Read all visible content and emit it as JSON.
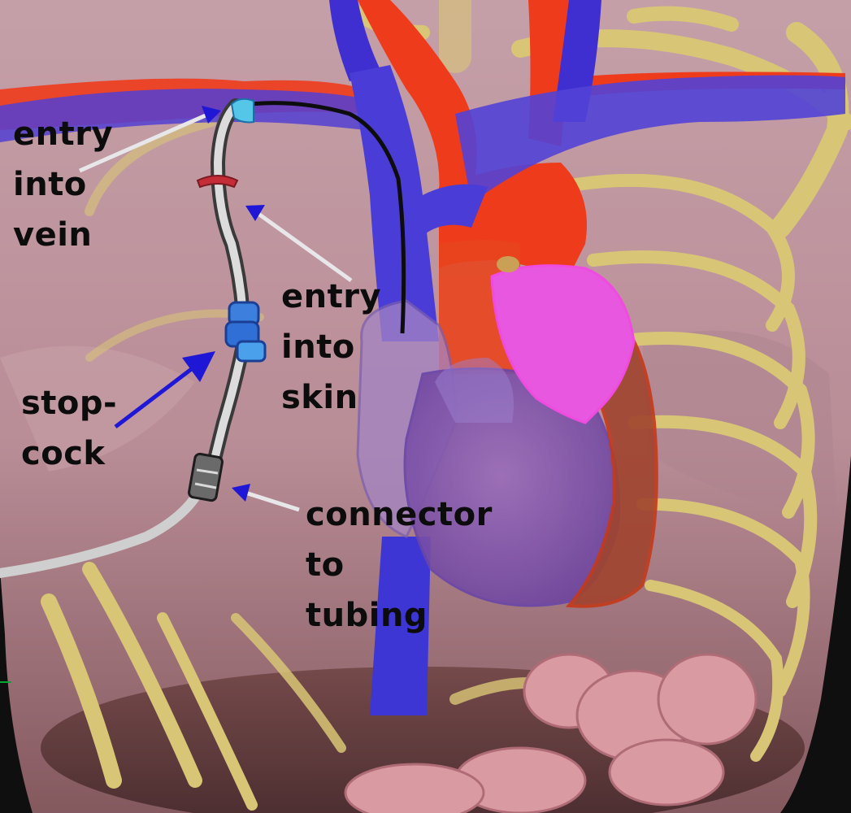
{
  "labels": {
    "entry_vein": [
      "entry",
      "into",
      "vein"
    ],
    "entry_skin": [
      "entry",
      "into",
      "skin"
    ],
    "stopcock": [
      "stop-",
      "cock"
    ],
    "connector": [
      "connector",
      "to",
      "tubing"
    ]
  },
  "colors": {
    "background": "#000000",
    "skin": "#b98792",
    "bone": "#d8c676",
    "vein": "#4a3cd6",
    "artery": "#ee3b1c",
    "heart_ventricle": "#8c5aa8",
    "pulmonary": "#e857e0",
    "catheter": "#c9c9c9",
    "catheter_tip": "#111111",
    "hub_ring": "#c42d38",
    "stopcock": "#3d7fdc",
    "pointer_white": "#e7e7ea",
    "pointer_blue": "#1f17d6",
    "text": "#0c0c0c"
  },
  "icons": {
    "pointer": "arrow-icon",
    "catheter_hub": "catheter-hub-icon",
    "stopcock": "stopcock-icon",
    "connector": "luer-connector-icon"
  }
}
